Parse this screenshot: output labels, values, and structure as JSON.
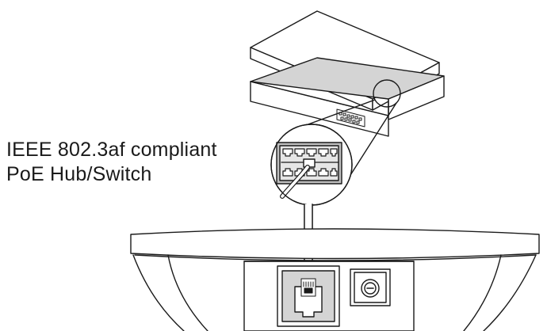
{
  "label": {
    "line1": "IEEE 802.3af compliant",
    "line2": "PoE Hub/Switch"
  },
  "parts": {
    "switch": "poe-switch",
    "cable": "ethernet-cable",
    "phone": "conference-phone-base",
    "lan_port": "rj45-port",
    "power_jack": "dc-power-jack"
  },
  "colors": {
    "line": "#1a1a1a",
    "fill_light": "#ffffff",
    "fill_gray": "#d4d4d4",
    "fill_mid": "#bfbfbf"
  }
}
